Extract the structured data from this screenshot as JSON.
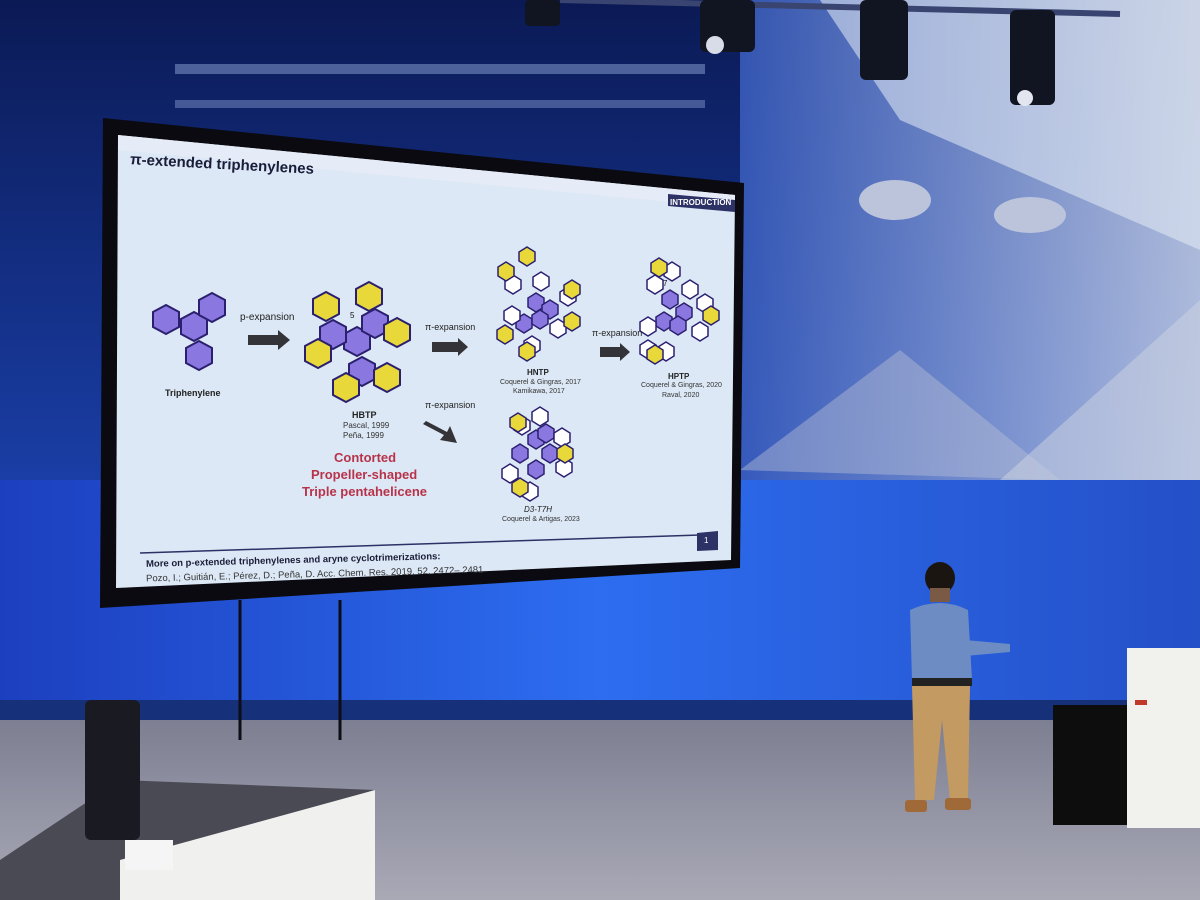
{
  "slide": {
    "title": "π-extended triphenylenes",
    "badge": "INTRODUCTION",
    "page_number": "1",
    "arrows": {
      "first": "p-expansion",
      "upper": "π-expansion",
      "lower": "π-expansion",
      "third": "π-expansion"
    },
    "molecules": {
      "triphenylene": {
        "name": "Triphenylene"
      },
      "hbtp": {
        "name": "HBTP",
        "ref1": "Pascal, 1999",
        "ref2": "Peña, 1999"
      },
      "hntp": {
        "name": "HNTP",
        "ref1": "Coquerel & Gingras, 2017",
        "ref2": "Kamikawa, 2017"
      },
      "hptp": {
        "name": "HPTP",
        "ref1": "Coquerel & Gingras, 2020",
        "ref2": "Raval, 2020"
      },
      "d3tth": {
        "name": "D3-T7H",
        "ref1": "Coquerel & Artigas, 2023"
      }
    },
    "highlight": [
      "Contorted",
      "Propeller-shaped",
      "Triple pentahelicene"
    ],
    "ring_labels": {
      "five": "5",
      "seven": "7"
    },
    "footer": {
      "heading": "More on p-extended triphenylenes and aryne cyclotrimerizations:",
      "citation": "Pozo, I.; Guitián, E.; Pérez, D.; Peña, D. Acc. Chem. Res. 2019, 52, 2472– 2481"
    }
  },
  "colors": {
    "slide_bg": "#dce8f5",
    "slide_header": "#2c3166",
    "ring_purple": "#8a78e0",
    "ring_yellow": "#e8d83a",
    "highlight_red": "#b8334a",
    "stage_blue": "#1a5ad8"
  }
}
